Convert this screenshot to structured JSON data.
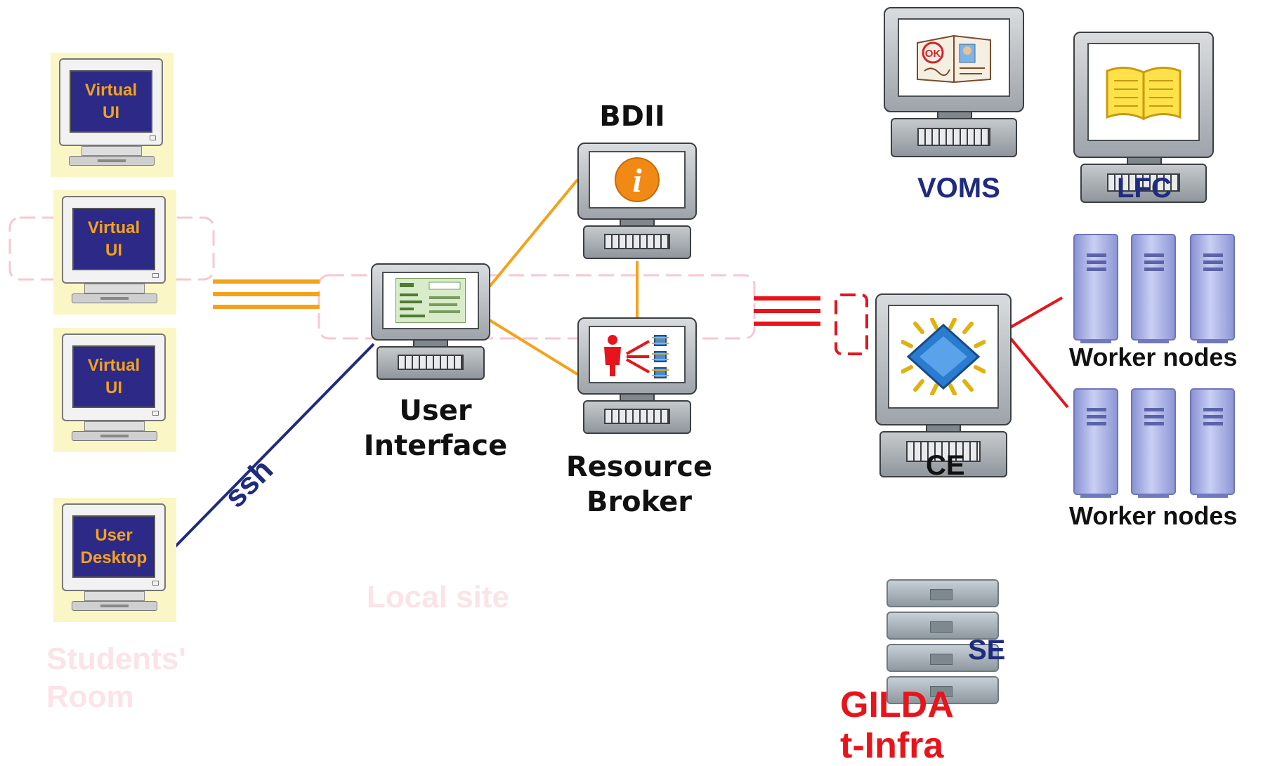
{
  "labels": {
    "virtual_ui": "Virtual\nUI",
    "user_desktop": "User\nDesktop",
    "students_room": "Students'\nRoom",
    "ssh": "ssh",
    "user_interface": "User\nInterface",
    "local_site": "Local site",
    "bdii": "BDII",
    "resource_broker": "Resource\nBroker",
    "voms": "VOMS",
    "lfc": "LFC",
    "ce": "CE",
    "worker_nodes_1": "Worker nodes",
    "worker_nodes_2": "Worker nodes",
    "se": "SE",
    "gilda": "GILDA\nt-Infra"
  },
  "colors": {
    "orange_link": "#f5a21b",
    "red_link": "#e8141b",
    "navy_link": "#1f2b7e",
    "label_navy": "#1f2b7e",
    "label_black": "#111111",
    "gilda_red": "#e8141b",
    "faded_pink": "#fbe3e7",
    "screen_blue": "#2c2a86",
    "screen_text": "#f5a21b"
  },
  "icons": {
    "bdii": "info-icon",
    "resource_broker": "broker-icon",
    "user_interface": "form-icon",
    "voms": "passport-icon",
    "lfc": "book-icon",
    "ce": "chip-icon"
  }
}
